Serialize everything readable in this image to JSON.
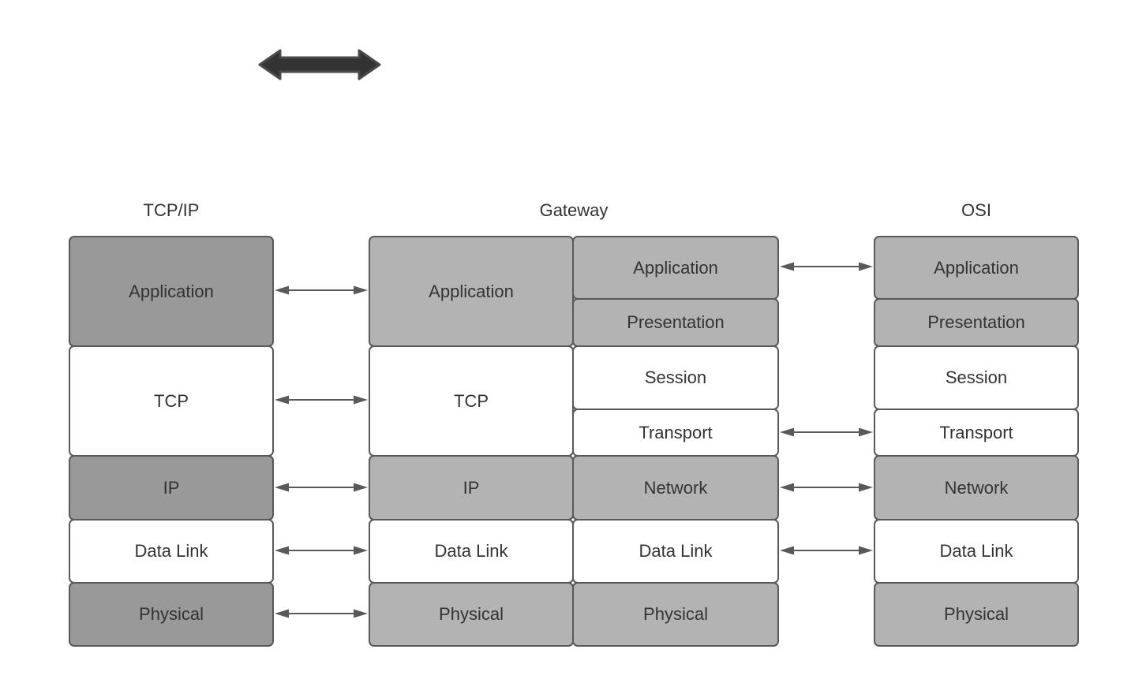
{
  "labels": {
    "tcpip": "TCP/IP",
    "gateway": "Gateway",
    "osi": "OSI"
  },
  "stacks": {
    "tcpip": {
      "layers": [
        "Application",
        "TCP",
        "IP",
        "Data Link",
        "Physical"
      ]
    },
    "gateway_left": {
      "layers": [
        "Application",
        "TCP",
        "IP",
        "Data Link",
        "Physical"
      ]
    },
    "gateway_right": {
      "layers": [
        "Application",
        "Presentation",
        "Session",
        "Transport",
        "Network",
        "Data Link",
        "Physical"
      ]
    },
    "osi": {
      "layers": [
        "Application",
        "Presentation",
        "Session",
        "Transport",
        "Network",
        "Data Link",
        "Physical"
      ]
    }
  },
  "connections": [
    {
      "from": "tcpip.Application",
      "to": "gateway_left.Application",
      "type": "double-arrow"
    },
    {
      "from": "tcpip.TCP",
      "to": "gateway_left.TCP",
      "type": "double-arrow"
    },
    {
      "from": "tcpip.IP",
      "to": "gateway_left.IP",
      "type": "double-arrow"
    },
    {
      "from": "tcpip.Data Link",
      "to": "gateway_left.Data Link",
      "type": "double-arrow"
    },
    {
      "from": "tcpip.Physical",
      "to": "gateway_left.Physical",
      "type": "double-arrow"
    },
    {
      "from": "gateway_right.Application",
      "to": "osi.Application",
      "type": "double-arrow"
    },
    {
      "from": "gateway_right.Transport",
      "to": "osi.Transport",
      "type": "double-arrow"
    },
    {
      "from": "gateway_right.Network",
      "to": "osi.Network",
      "type": "double-arrow"
    },
    {
      "from": "gateway_right.Data Link",
      "to": "osi.Data Link",
      "type": "double-arrow"
    }
  ],
  "colors": {
    "dark_gray_fill": "#999999",
    "light_gray_fill": "#b3b3b3",
    "white_fill": "#ffffff",
    "border": "#595959",
    "text": "#333333",
    "thin_arrow": "#595959",
    "thick_arrow_fill": "#333333",
    "thick_arrow_stroke": "#4a4a4a",
    "background": "#ffffff"
  }
}
